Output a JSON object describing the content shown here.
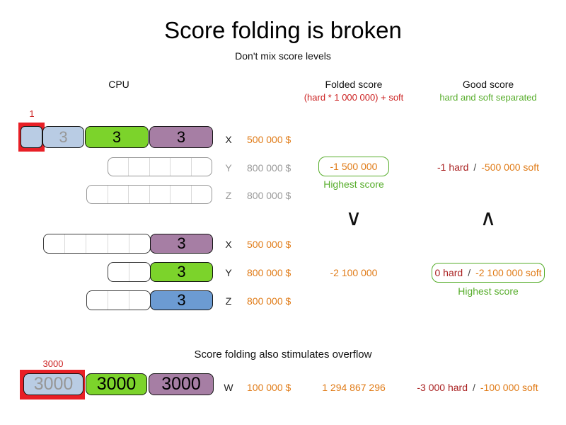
{
  "title": "Score folding is broken",
  "subtitle": "Don't mix score levels",
  "columns": {
    "cpu": "CPU",
    "folded_label": "Folded score",
    "folded_sub": "(hard * 1 000 000) + soft",
    "good_label": "Good score",
    "good_sub": "hard and soft separated"
  },
  "group1": {
    "x": {
      "annotation": "1",
      "blue": "3",
      "green": "3",
      "purple": "3",
      "label": "X",
      "cost": "500 000 $"
    },
    "y": {
      "label": "Y",
      "cost": "800 000 $"
    },
    "z": {
      "label": "Z",
      "cost": "800 000 $"
    },
    "folded": {
      "value": "-1 500 000",
      "note": "Highest score"
    },
    "good": {
      "hard": "-1 hard",
      "sep": "/",
      "soft": "-500 000 soft"
    }
  },
  "compare": {
    "folded": "∨",
    "good": "∧"
  },
  "group2": {
    "x": {
      "block": "3",
      "label": "X",
      "cost": "500 000 $"
    },
    "y": {
      "block": "3",
      "label": "Y",
      "cost": "800 000 $"
    },
    "z": {
      "block": "3",
      "label": "Z",
      "cost": "800 000 $"
    },
    "folded": {
      "value": "-2 100 000"
    },
    "good": {
      "hard": "0 hard",
      "sep": "/",
      "soft": "-2 100 000 soft",
      "note": "Highest score"
    }
  },
  "overflow": {
    "heading": "Score folding also stimulates overflow",
    "w": {
      "annotation": "3000",
      "blue": "3000",
      "green": "3000",
      "purple": "3000",
      "label": "W",
      "cost": "100 000 $"
    },
    "folded": {
      "value": "1 294 867 296"
    },
    "good": {
      "hard": "-3 000 hard",
      "sep": "/",
      "soft": "-100 000 soft"
    }
  },
  "colors": {
    "orange": "#e07b17",
    "hard_red": "#aa2222",
    "accent_red": "#cc2222",
    "highlight_red": "#e81f26",
    "green_text": "#57ad2b",
    "light_blue_fill": "#b9cce4",
    "green_fill": "#7cd32b",
    "purple_fill": "#a67ea4",
    "blue_fill": "#6c9bd2"
  }
}
